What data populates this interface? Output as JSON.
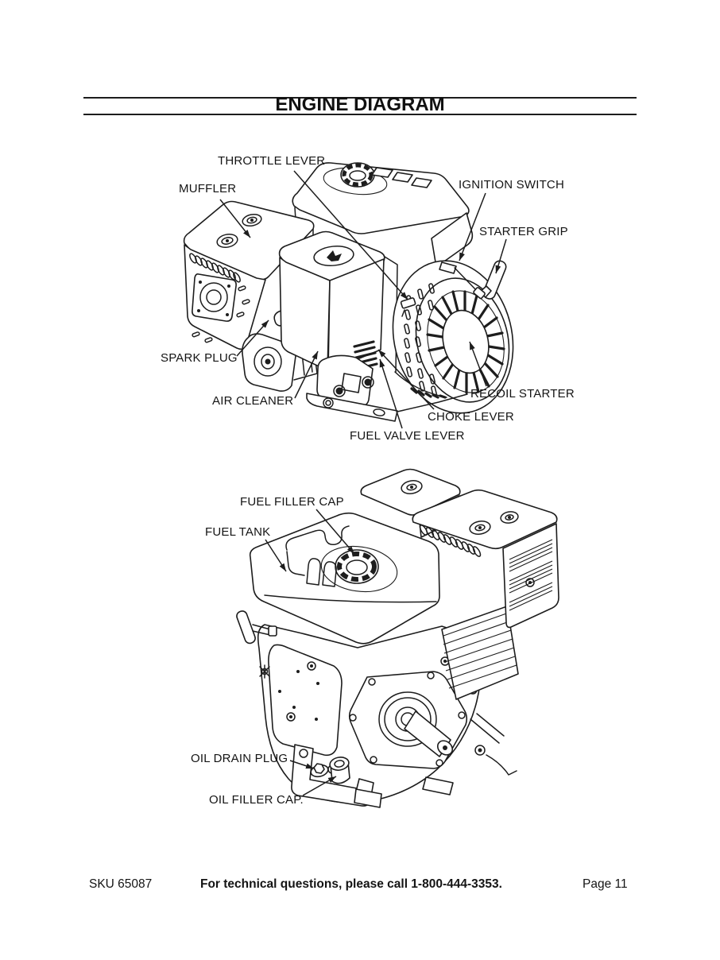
{
  "page": {
    "background": "#ffffff",
    "ink": "#1d1d1d"
  },
  "header": {
    "title": "ENGINE DIAGRAM"
  },
  "diagram_top": {
    "labels": [
      {
        "id": "throttle-lever",
        "text": "THROTTLE LEVER"
      },
      {
        "id": "muffler",
        "text": "MUFFLER"
      },
      {
        "id": "ignition-switch",
        "text": "IGNITION SWITCH"
      },
      {
        "id": "starter-grip",
        "text": "STARTER GRIP"
      },
      {
        "id": "spark-plug",
        "text": "SPARK PLUG"
      },
      {
        "id": "air-cleaner",
        "text": "AIR CLEANER"
      },
      {
        "id": "recoil-starter",
        "text": "RECOIL STARTER"
      },
      {
        "id": "choke-lever",
        "text": "CHOKE LEVER"
      },
      {
        "id": "fuel-valve-lever",
        "text": "FUEL VALVE LEVER"
      }
    ]
  },
  "diagram_bottom": {
    "labels": [
      {
        "id": "fuel-filler-cap",
        "text": "FUEL FILLER CAP"
      },
      {
        "id": "fuel-tank",
        "text": "FUEL TANK"
      },
      {
        "id": "oil-drain-plug",
        "text": "OIL DRAIN PLUG"
      },
      {
        "id": "oil-filler-cap",
        "text": "OIL FILLER CAP."
      }
    ]
  },
  "footer": {
    "sku": "SKU 65087",
    "support_text": "For technical questions, please call 1-800-444-3353.",
    "page_number": "Page 11"
  }
}
